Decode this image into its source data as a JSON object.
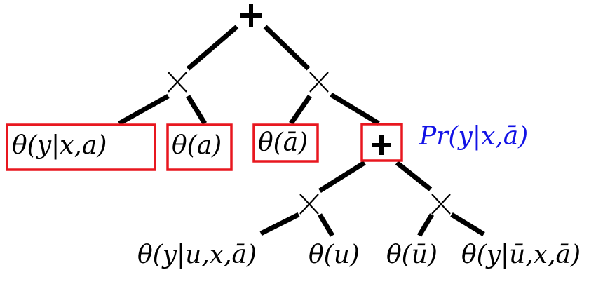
{
  "diagram": {
    "nodes": {
      "root": {
        "type": "sum"
      },
      "left_product": {
        "type": "product"
      },
      "right_product": {
        "type": "product"
      },
      "inner_sum": {
        "type": "sum",
        "highlighted": true,
        "annotation": "Pr(y|x,ā)"
      },
      "inner_left_product": {
        "type": "product"
      },
      "inner_right_product": {
        "type": "product"
      }
    },
    "leaves": {
      "theta_y_given_x_a": {
        "text": "θ(y|x,a)",
        "highlighted": true
      },
      "theta_a": {
        "text": "θ(a)",
        "highlighted": true
      },
      "theta_a_bar": {
        "text": "θ(ā)",
        "highlighted": true
      },
      "theta_y_given_u_x_abar": {
        "text": "θ(y|u,x,ā)",
        "highlighted": false
      },
      "theta_u": {
        "text": "θ(u)",
        "highlighted": false
      },
      "theta_u_bar": {
        "text": "θ(ū)",
        "highlighted": false
      },
      "theta_y_given_ubar_x_abar": {
        "text": "θ(y|ū,x,ā)",
        "highlighted": false
      }
    },
    "colors": {
      "edge": "#000000",
      "highlight_box": "#e8171f",
      "annotation": "#1212e6"
    }
  }
}
